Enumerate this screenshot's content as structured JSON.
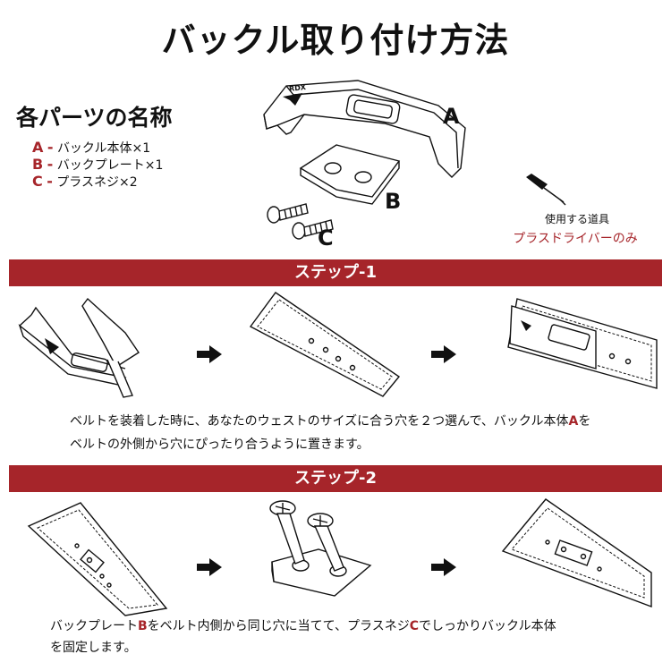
{
  "title": "バックル取り付け方法",
  "parts": {
    "heading": "各パーツの名称",
    "items": [
      {
        "letter": "A",
        "sep": "-",
        "text": "バックル本体×1"
      },
      {
        "letter": "B",
        "sep": "-",
        "text": "バックプレート×1"
      },
      {
        "letter": "C",
        "sep": "-",
        "text": "プラスネジ×2"
      }
    ],
    "figure_labels": [
      "A",
      "B",
      "C"
    ],
    "logo_text": "RDX"
  },
  "tool": {
    "caption": "使用する道具",
    "name": "プラスドライバーのみ"
  },
  "step1": {
    "heading": "ステップ-1",
    "line1_pre": "ベルトを装着した時に、あなたのウェストのサイズに合う穴を２つ選んで、バックル本体",
    "line1_hl": "A",
    "line1_post": "を",
    "line2": "ベルトの外側から穴にぴったり合うように置きます。"
  },
  "step2": {
    "heading": "ステップ-2",
    "line1_a": "バックプレート",
    "line1_hl1": "B",
    "line1_b": "をベルト内側から同じ穴に当てて、プラスネジ",
    "line1_hl2": "C",
    "line1_c": "でしっかりバックル本体",
    "line2": "を固定します。"
  },
  "colors": {
    "accent": "#a6252a",
    "bar_text": "#ffffff"
  },
  "icons": {
    "arrow": "arrow-right-icon",
    "screwdriver": "screwdriver-icon"
  }
}
